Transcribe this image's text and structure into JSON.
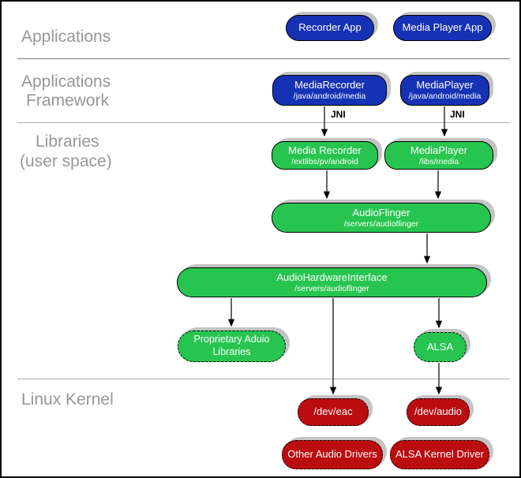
{
  "sections": {
    "applications": "Applications",
    "framework_line1": "Applications",
    "framework_line2": "Framework",
    "libraries_line1": "Libraries",
    "libraries_line2": "(user space)",
    "kernel": "Linux Kernel"
  },
  "nodes": {
    "recorder_app": {
      "title": "Recorder App"
    },
    "media_player_app": {
      "title": "Media Player App"
    },
    "media_recorder_fw": {
      "title": "MediaRecorder",
      "subtitle": "/java/android/media"
    },
    "media_player_fw": {
      "title": "MediaPlayer",
      "subtitle": "/java/android/media"
    },
    "media_recorder_lib": {
      "title": "Media Recorder",
      "subtitle": "/extlibs/pv/android"
    },
    "media_player_lib": {
      "title": "MediaPlayer",
      "subtitle": "/libs/media"
    },
    "audio_flinger": {
      "title": "AudioFlinger",
      "subtitle": "/servers/audioflinger"
    },
    "audio_hardware_interface": {
      "title": "AudioHardwareInterface",
      "subtitle": "/servers/audioflinger"
    },
    "proprietary_audio_libraries": {
      "title": "Proprietary Aduio",
      "title2": "Libraries"
    },
    "alsa": {
      "title": "ALSA"
    },
    "dev_eac": {
      "title": "/dev/eac"
    },
    "dev_audio": {
      "title": "/dev/audio"
    },
    "other_audio_drivers": {
      "title": "Other Audio Drivers"
    },
    "alsa_kernel_driver": {
      "title": "ALSA Kernel Driver"
    }
  },
  "annotations": {
    "jni_left": "JNI",
    "jni_right": "JNI"
  },
  "colors": {
    "app_blue": "#1632b4",
    "lib_green": "#27c550",
    "kernel_red": "#bb0c10",
    "shadow_gray": "#c4c4c4",
    "section_text": "#979797"
  }
}
